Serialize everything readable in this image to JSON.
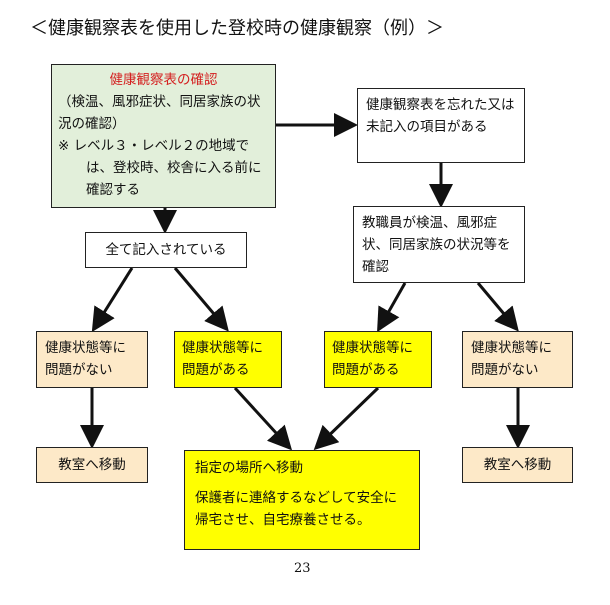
{
  "title": "＜健康観察表を使用した登校時の健康観察（例）＞",
  "box_check": {
    "heading": "健康観察表の確認",
    "line1": "（検温、風邪症状、同居家族の状況の確認）",
    "note": "※ レベル３・レベル２の地域では、登校時、校舎に入る前に確認する"
  },
  "box_forgot": "健康観察表を忘れた又は未記入の項目がある",
  "box_all_filled": "全て記入されている",
  "box_staff_check": "教職員が検温、風邪症状、同居家族の状況等を確認",
  "no_problem": "健康状態等に問題がない",
  "has_problem": "健康状態等に問題がある",
  "to_classroom": "教室へ移動",
  "designated": {
    "heading": "指定の場所へ移動",
    "body": "保護者に連絡するなどして安全に帰宅させ、自宅療養させる。"
  },
  "page_number": "23"
}
